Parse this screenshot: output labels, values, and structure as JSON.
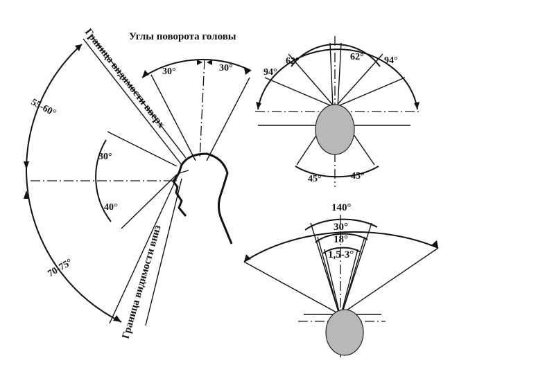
{
  "title": "Углы поворота головы",
  "side_view": {
    "upper_boundary": "Граница видимости вверх",
    "lower_boundary": "Граница видимости вниз",
    "angle_up_total": "55-60°",
    "angle_down_total": "70-75°",
    "angle_up_inner": "30°",
    "angle_down_inner": "40°",
    "head_turn_left": "30°",
    "head_turn_right": "30°"
  },
  "top_view": {
    "left_94": "94°",
    "left_62": "62°",
    "right_62": "62°",
    "right_94": "94°",
    "lower_left_45": "45°",
    "lower_right_45": "45°"
  },
  "field_view": {
    "total": "140°",
    "angle_30": "30°",
    "angle_18": "18°",
    "angle_fovea": "1,5-3°"
  },
  "colors": {
    "head_fill": "#b8b8b8",
    "ink": "#111111"
  }
}
